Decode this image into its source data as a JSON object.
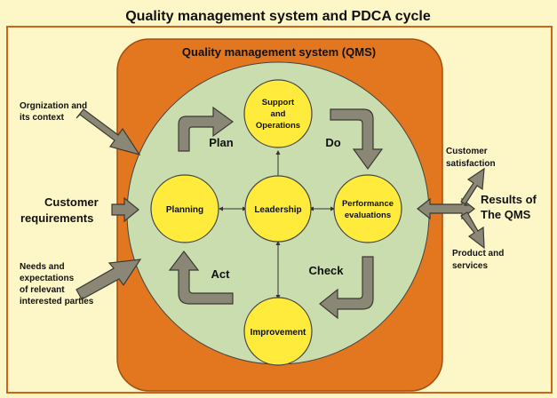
{
  "title": "Quality management system and PDCA cycle",
  "qms_title": "Quality management system (QMS)",
  "nodes": {
    "support": [
      "Support",
      "and",
      "Operations"
    ],
    "planning": "Planning",
    "leadership": "Leadership",
    "performance": [
      "Performance",
      "evaluations"
    ],
    "improvement": "Improvement"
  },
  "pdca": {
    "plan": "Plan",
    "do": "Do",
    "check": "Check",
    "act": "Act"
  },
  "inputs": {
    "context": [
      "Orgnization and",
      "its context"
    ],
    "customer": [
      "Customer",
      "requirements"
    ],
    "needs": [
      "Needs and",
      "expectations",
      "of relevant",
      "interested parties"
    ]
  },
  "outputs": {
    "satisfaction": [
      "Customer",
      "satisfaction"
    ],
    "results": [
      "Results of",
      "The QMS"
    ],
    "products": [
      "Product and",
      "services"
    ]
  },
  "colors": {
    "background": "#fdf7c8",
    "outer_frame": "#cc6b1e",
    "qms_panel": "#e3771f",
    "inner_circle": "#c9ddae",
    "node_fill": "#ffeb3b",
    "arrow_fill": "#8b8777",
    "text": "#111111"
  }
}
